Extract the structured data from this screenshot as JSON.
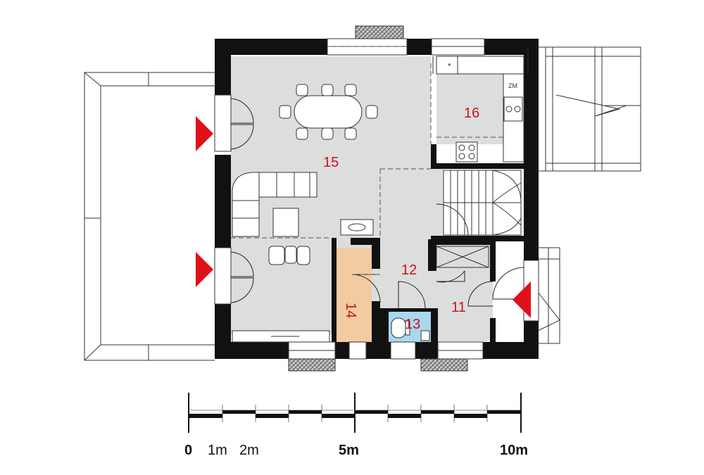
{
  "rooms": {
    "r15": "15",
    "r16": "16",
    "r12": "12",
    "r14": "14",
    "r13": "13",
    "r11": "11"
  },
  "scale": {
    "l0": "0",
    "l1": "1m",
    "l2": "2m",
    "l5": "5m",
    "l10": "10m"
  },
  "colors": {
    "floor": "#dcdedd",
    "wall": "#111111",
    "storage": "#f2cba2",
    "bathroom": "#a9d8ee",
    "entry_arrow": "#e0101b",
    "room_label": "#d0101a"
  },
  "icons": [
    "entry-arrow-icon",
    "stove-icon",
    "sink-icon",
    "toilet-icon",
    "washbasin-icon",
    "fridge-icon"
  ]
}
